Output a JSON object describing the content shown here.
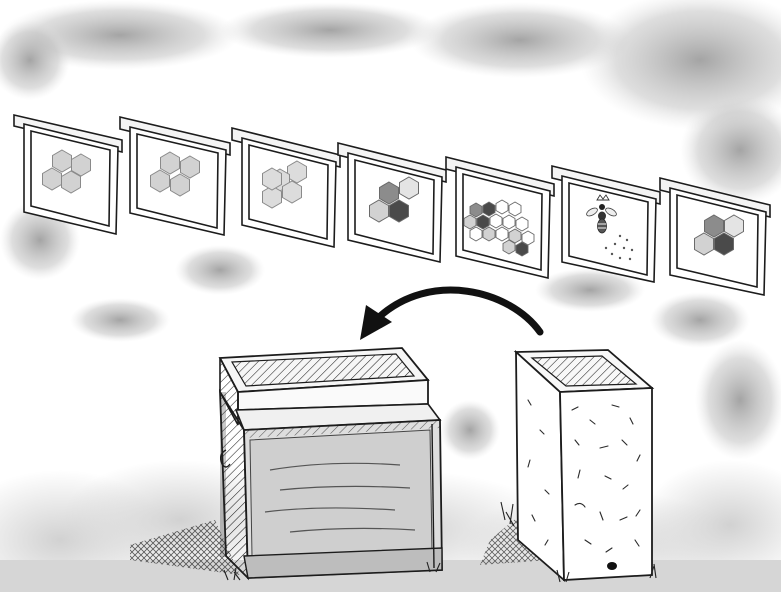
{
  "illustration": {
    "frames": [
      {
        "content": "comb-pale-4"
      },
      {
        "content": "comb-pale-4"
      },
      {
        "content": "comb-pale-5"
      },
      {
        "content": "comb-capped-4"
      },
      {
        "content": "comb-brood-mixed"
      },
      {
        "content": "queen-bee-with-eggs"
      },
      {
        "content": "comb-capped-4"
      }
    ],
    "arrow": {
      "direction": "right-to-left"
    },
    "colors": {
      "ink": "#1c1c1c",
      "comb_pale": "#d2d2d2",
      "comb_mid": "#8c8c8c",
      "comb_dark": "#4a4a4a",
      "ground": "#d9d9d9",
      "stone": "#b8b8b8"
    }
  }
}
